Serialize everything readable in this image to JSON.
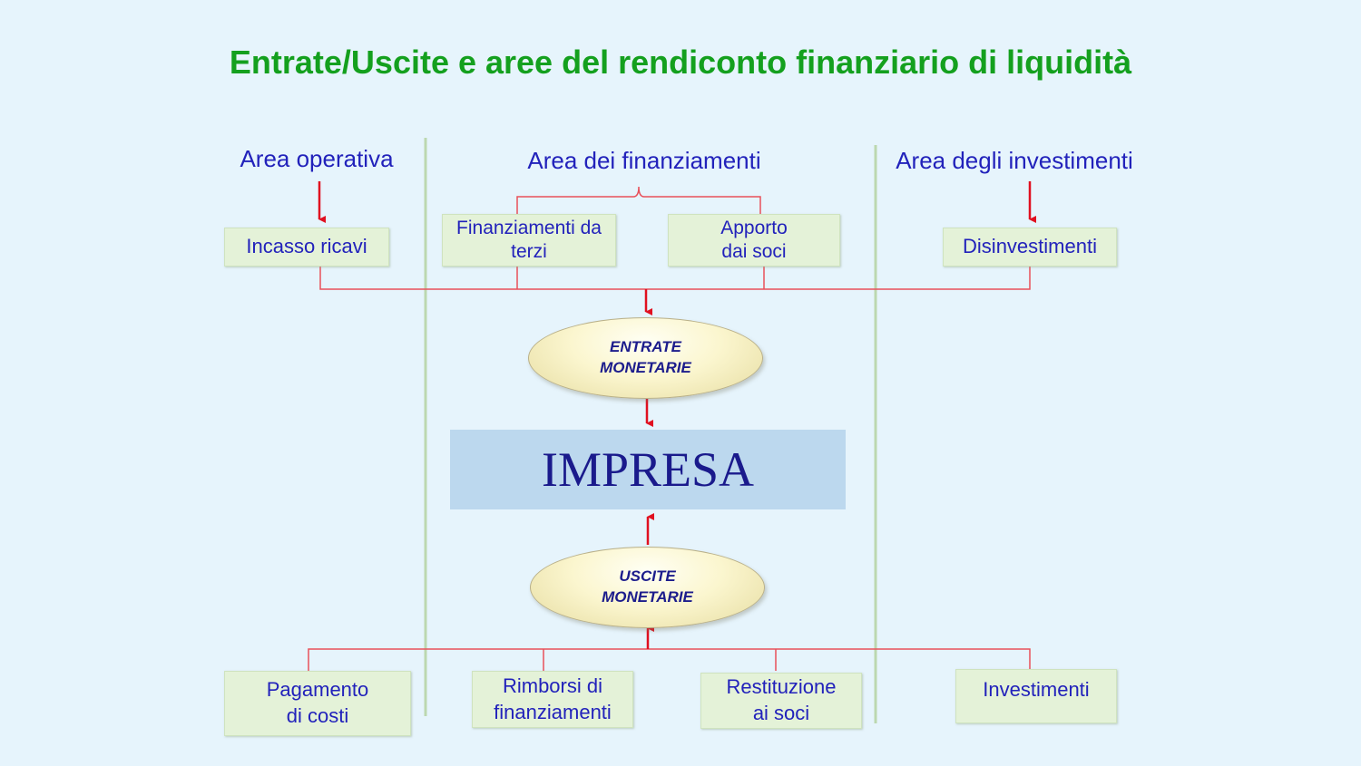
{
  "title": "Entrate/Uscite e aree del rendiconto finanziario di liquidità",
  "areas": {
    "operativa": "Area operativa",
    "finanziamenti": "Area dei finanziamenti",
    "investimenti": "Area degli investimenti"
  },
  "inflows": {
    "incasso_ricavi": "Incasso ricavi",
    "finanziamenti_terzi": "Finanziamenti da\nterzi",
    "apporto_soci": "Apporto\ndai soci",
    "disinvestimenti": "Disinvestimenti"
  },
  "entrate": "ENTRATE\nMONETARIE",
  "impresa": "IMPRESA",
  "uscite": "USCITE\nMONETARIE",
  "outflows": {
    "pagamento_costi": "Pagamento\ndi costi",
    "rimborsi": "Rimborsi di\nfinanziamenti",
    "restituzione": "Restituzione\nai soci",
    "investimenti": "Investimenti"
  },
  "colors": {
    "title": "#14a01e",
    "text": "#2222bb",
    "connector": "#e8505a",
    "arrow": "#e01020",
    "divider": "#bcd8b0",
    "box_fill": "#e4f2d8",
    "impresa_fill": "#bcd8ee"
  }
}
